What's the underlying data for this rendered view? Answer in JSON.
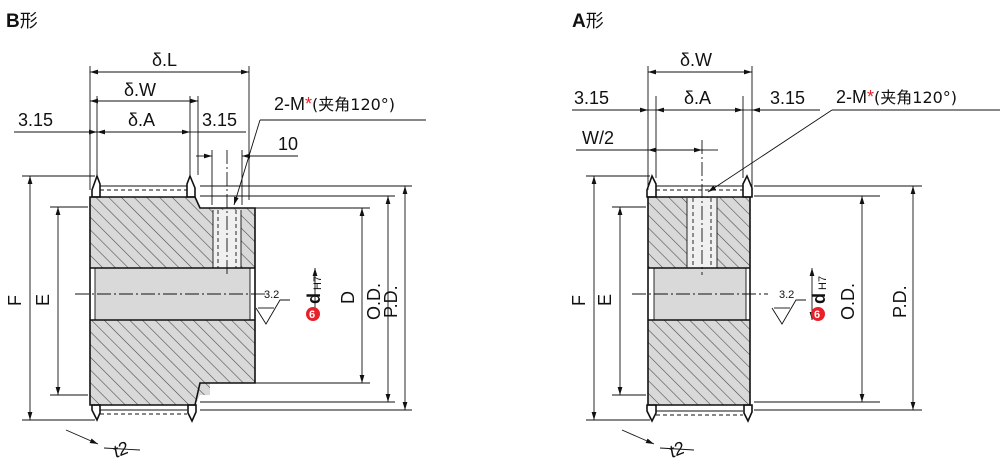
{
  "views": [
    {
      "title_letter": "B",
      "title_suffix": "形",
      "labels": {
        "dL": "δ.L",
        "dW": "δ.W",
        "dA": "δ.A",
        "left_315": "3.15",
        "right_315": "3.15",
        "tap_prefix": "2-M",
        "tap_star": "*",
        "tap_suffix": "(夹角120°)",
        "ten": "10",
        "F": "F",
        "E": "E",
        "D": "D",
        "OD": "O.D.",
        "PD": "P.D.",
        "rough": "3.2",
        "bore_mark": "6",
        "bore_d": "d",
        "bore_tol": "H7",
        "t2": "t2"
      }
    },
    {
      "title_letter": "A",
      "title_suffix": "形",
      "labels": {
        "dW": "δ.W",
        "dA": "δ.A",
        "left_315": "3.15",
        "right_315": "3.15",
        "tap_prefix": "2-M",
        "tap_star": "*",
        "tap_suffix": "(夹角120°)",
        "w2": "W/2",
        "F": "F",
        "E": "E",
        "OD": "O.D.",
        "PD": "P.D.",
        "rough": "3.2",
        "bore_mark": "6",
        "bore_d": "d",
        "bore_tol": "H7",
        "t2": "t2"
      }
    }
  ]
}
